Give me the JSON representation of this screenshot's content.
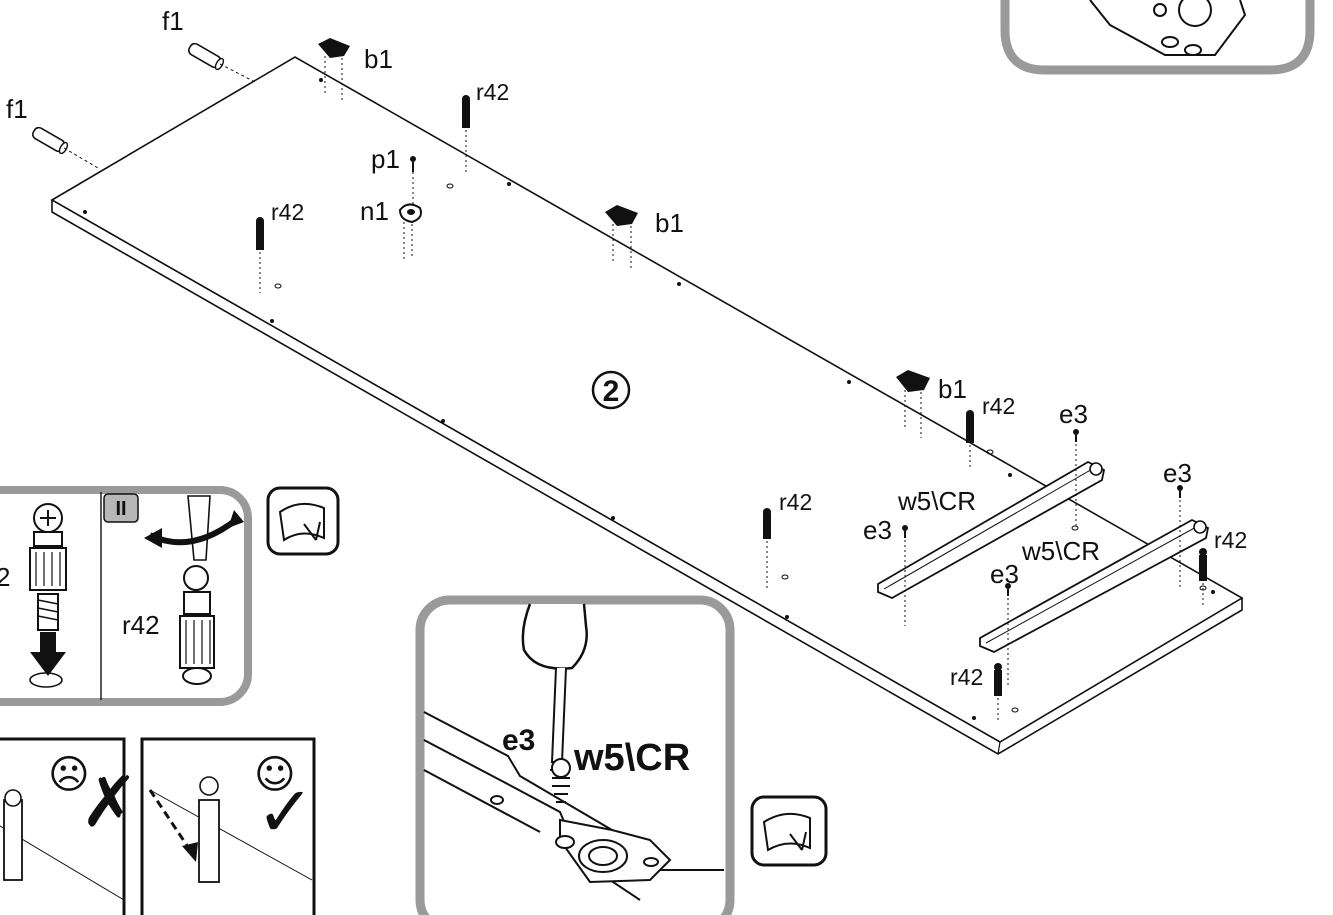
{
  "labels": {
    "f1_top": "f1",
    "f1_left": "f1",
    "b1_top": "b1",
    "b1_mid": "b1",
    "b1_right": "b1",
    "r42_a": "r42",
    "r42_b": "r42",
    "r42_c": "r42",
    "r42_d": "r42",
    "r42_e": "r42",
    "r42_f": "r42",
    "p1": "p1",
    "n1": "n1",
    "e3_a": "e3",
    "e3_b": "e3",
    "e3_c": "e3",
    "e3_d": "e3",
    "w5_a": "w5\\CR",
    "w5_b": "w5\\CR",
    "panel_number": "2"
  },
  "inset_r42": {
    "roman": "II",
    "partial_label": "2",
    "label": "r42"
  },
  "inset_screw": {
    "e3": "e3",
    "w5": "w5\\CR"
  },
  "inset_check": {
    "bad_face": "☹",
    "bad_mark": "✗",
    "good_face": "☺",
    "good_mark": "✓"
  },
  "icons": [
    "rotate-tape-icon",
    "screwdriver-icon",
    "cam-bolt-icon",
    "drawer-runner-icon"
  ]
}
